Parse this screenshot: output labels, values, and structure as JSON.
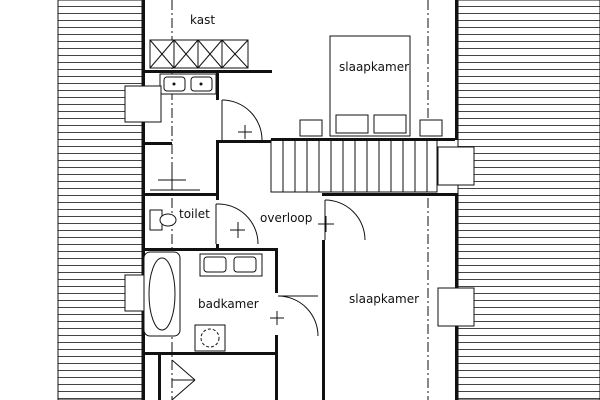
{
  "rooms": {
    "kast": "kast",
    "slaapkamer_top": "slaapkamer",
    "toilet": "toilet",
    "overloop": "overloop",
    "badkamer": "badkamer",
    "slaapkamer_bottom": "slaapkamer"
  },
  "colors": {
    "line": "#111111",
    "background": "#ffffff"
  }
}
